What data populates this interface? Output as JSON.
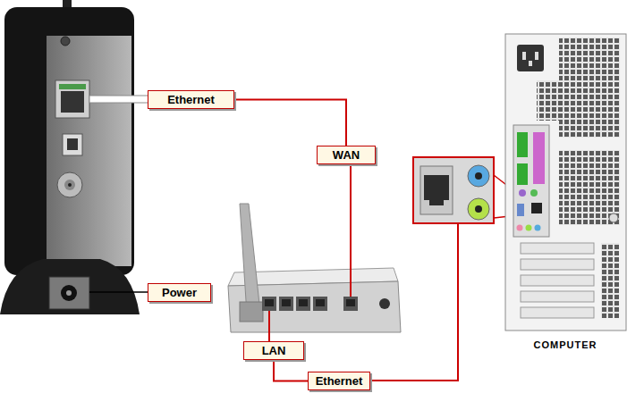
{
  "diagram": {
    "nodes": [
      {
        "text": [
          "Ethernet"
        ]
      },
      {
        "text": [
          "WAN"
        ]
      },
      {
        "text": [
          "Power"
        ]
      },
      {
        "text": [
          "LAN"
        ]
      },
      {
        "text": [
          "Ethernet"
        ]
      }
    ],
    "edges": [
      {
        "from": 0,
        "to": 1,
        "arrow": "none"
      },
      {
        "from": 3,
        "to": 4,
        "arrow": "none"
      }
    ],
    "labels": [
      "COMPUTER"
    ]
  }
}
